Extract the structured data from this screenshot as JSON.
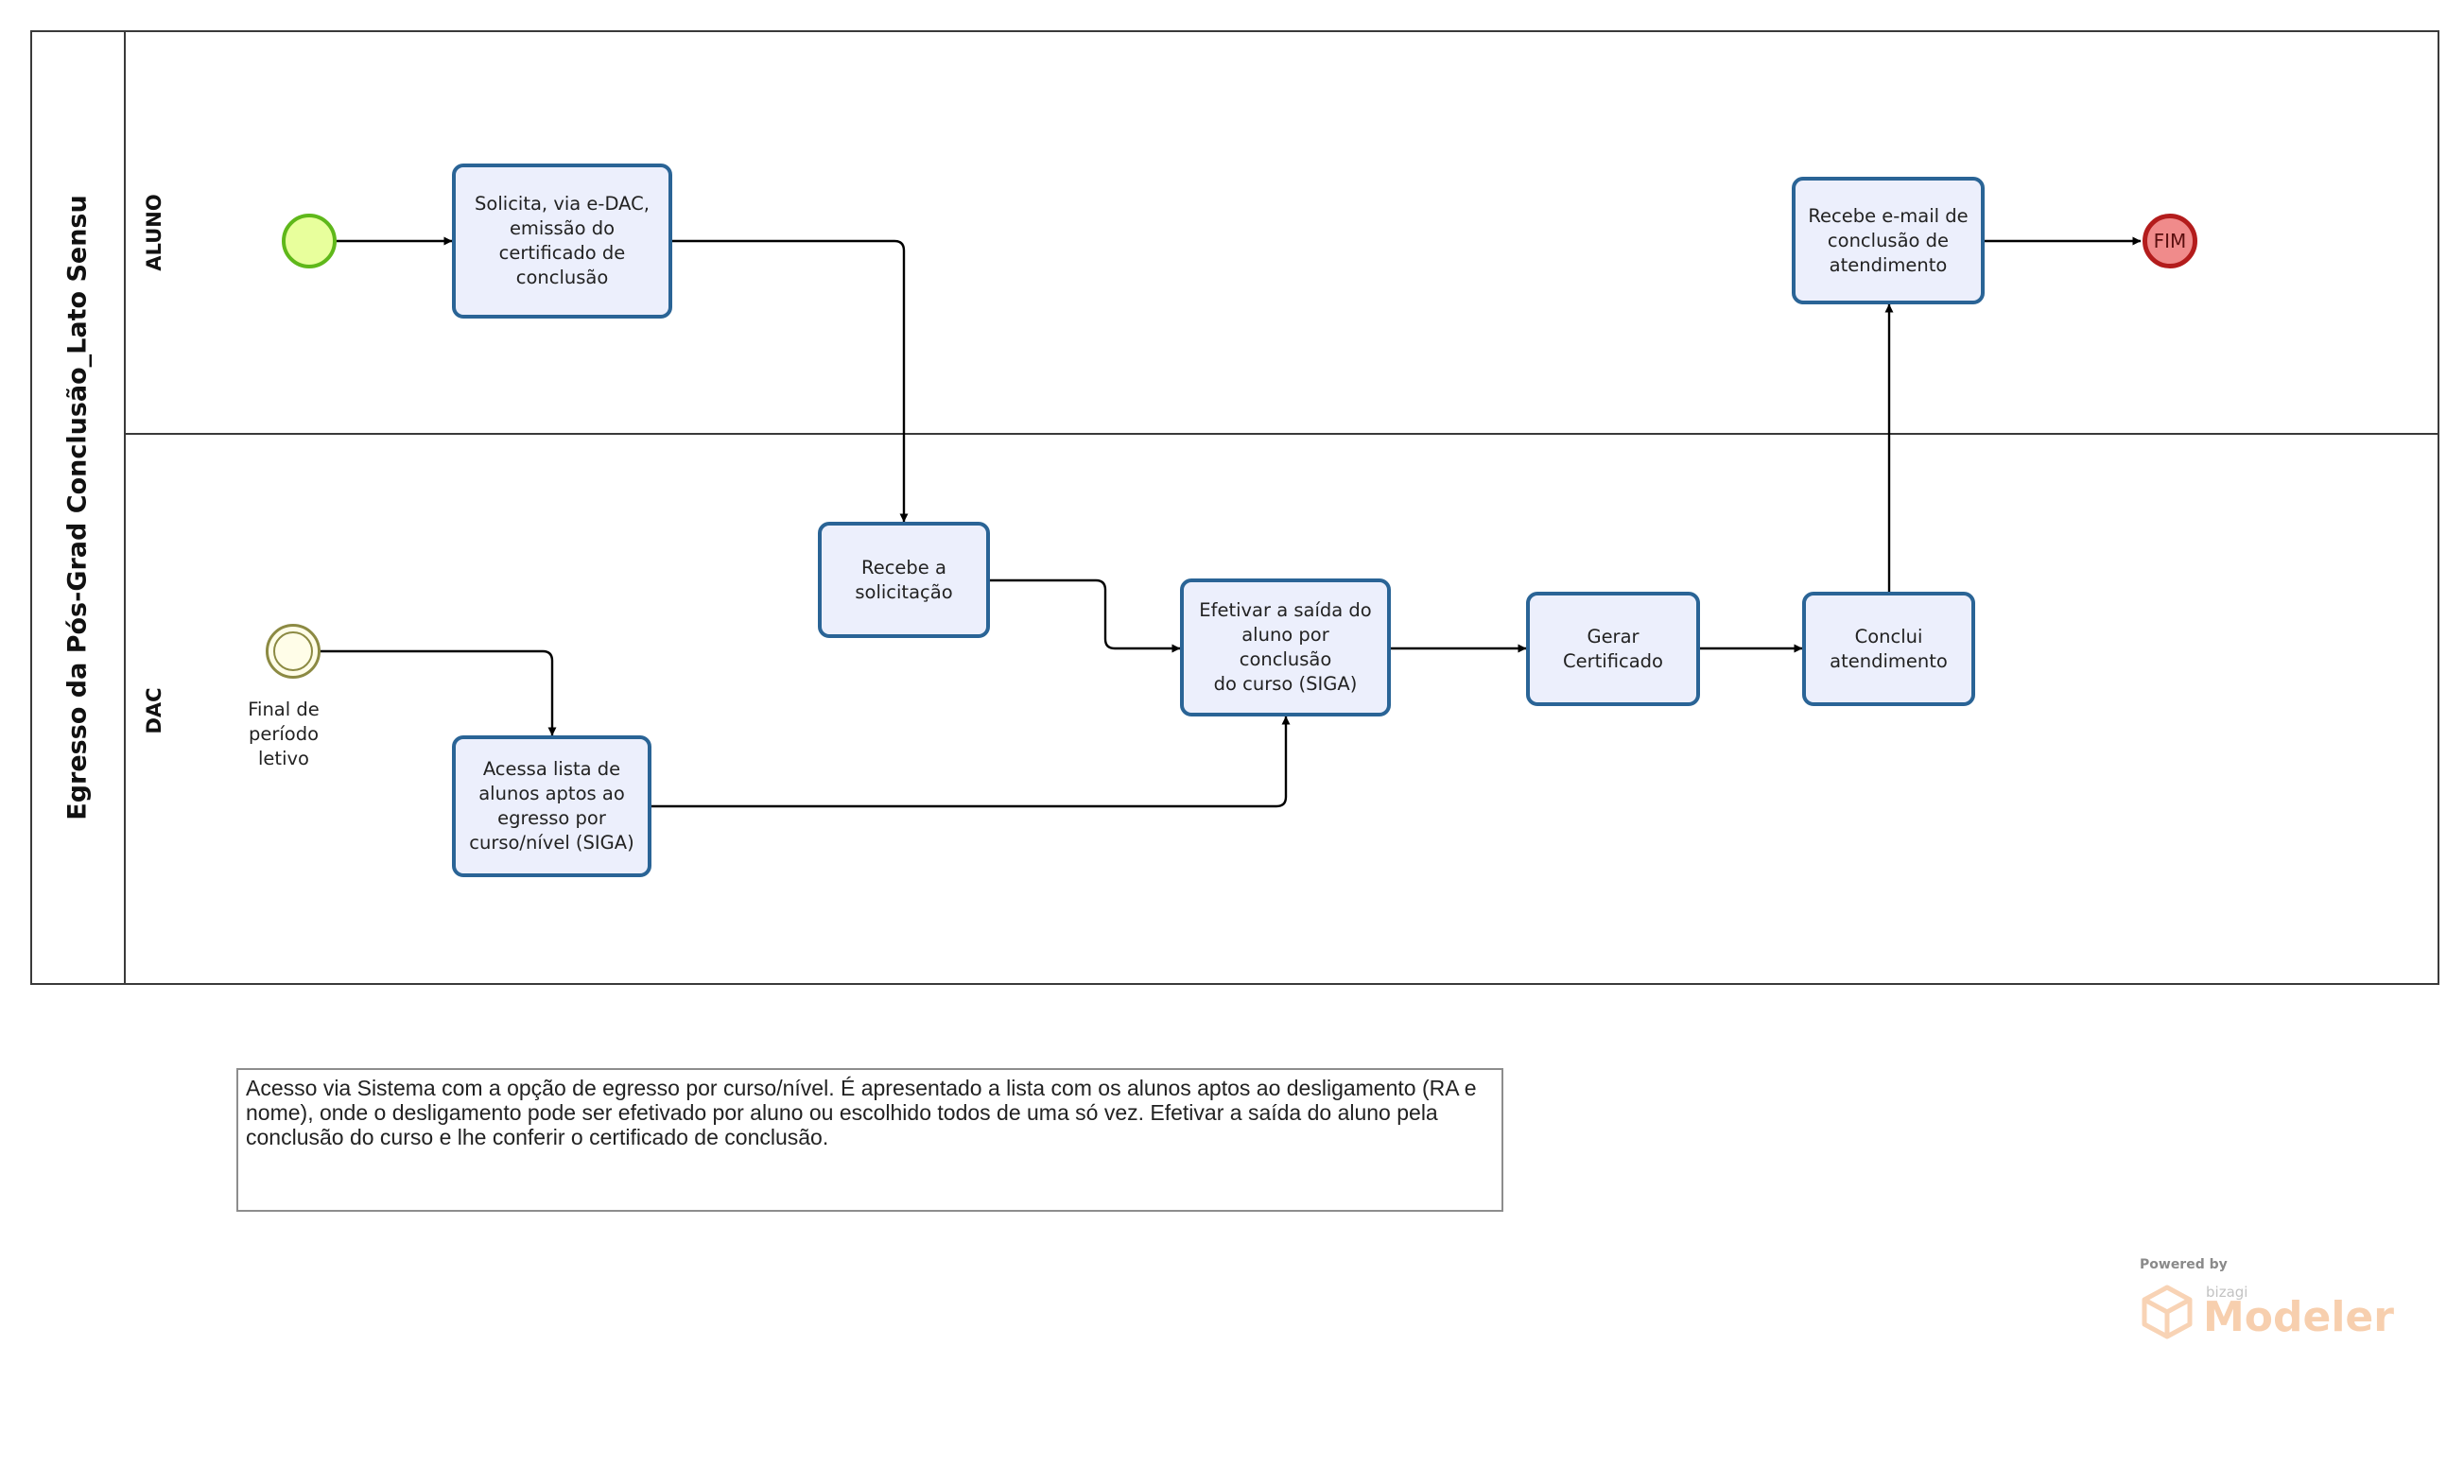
{
  "pool": {
    "title": "Egresso da Pós-Grad Conclusão_Lato Sensu"
  },
  "lanes": [
    {
      "label": "ALUNO"
    },
    {
      "label": "DAC"
    }
  ],
  "tasks": {
    "solicita": "Solicita, via e-DAC,\nemissão do\ncertificado de\nconclusão",
    "recebe_solicitacao": "Recebe a\nsolicitação",
    "acessa_lista": "Acessa lista de\nalunos aptos ao\negresso por\ncurso/nível (SIGA)",
    "efetivar": "Efetivar a saída do\naluno por conclusão\ndo curso (SIGA)",
    "gerar": "Gerar Certificado",
    "conclui": "Conclui\natendimento",
    "recebe_email": "Recebe e-mail de\nconclusão de\natendimento"
  },
  "events": {
    "start_timer_label": "Final de\nperíodo\nletivo",
    "end_label": "FIM"
  },
  "note": {
    "text": "Acesso via Sistema com a opção de egresso por curso/nível. É apresentado a lista com os alunos aptos ao desligamento (RA e nome), onde o desligamento pode ser efetivado por aluno ou escolhido todos de uma só vez. Efetivar a saída do aluno pela conclusão do curso e lhe conferir o certificado de conclusão."
  },
  "branding": {
    "powered": "Powered by",
    "sub": "bizagi",
    "name": "Modeler"
  },
  "colors": {
    "task_border": "#2a6496",
    "task_fill": "#eceffc",
    "start_fill": "#e8ff9c",
    "end_fill": "#f08b8b"
  }
}
